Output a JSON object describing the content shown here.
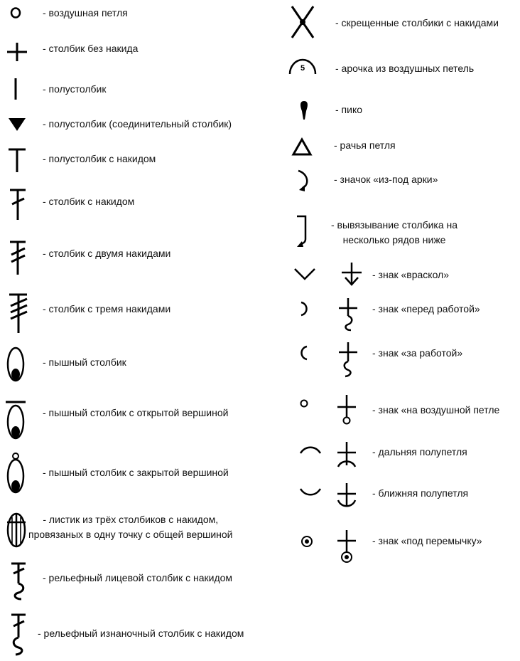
{
  "legend": {
    "left": [
      {
        "name": "chain-stitch",
        "label": "- воздушная петля"
      },
      {
        "name": "single-crochet",
        "label": "- столбик без накида"
      },
      {
        "name": "slip-stitch",
        "label": "- полустолбик"
      },
      {
        "name": "slip-stitch-joining",
        "label": "- полустолбик (соединительный столбик)"
      },
      {
        "name": "half-double-crochet",
        "label": "- полустолбик с накидом"
      },
      {
        "name": "double-crochet",
        "label": "- столбик с накидом"
      },
      {
        "name": "treble-crochet",
        "label": "- столбик с двумя накидами"
      },
      {
        "name": "double-treble-crochet",
        "label": "- столбик с тремя накидами"
      },
      {
        "name": "puff-stitch",
        "label": "- пышный столбик"
      },
      {
        "name": "puff-stitch-open-top",
        "label": "- пышный столбик с открытой вершиной"
      },
      {
        "name": "puff-stitch-closed-top",
        "label": "- пышный столбик с закрытой вершиной"
      },
      {
        "name": "leaf-cluster",
        "label_lines": [
          "- листик из трёх столбиков с накидом,",
          "провязаных в одну точку с общей вершиной"
        ]
      },
      {
        "name": "front-post-double-crochet",
        "label": "- рельефный лицевой столбик с накидом"
      },
      {
        "name": "back-post-double-crochet",
        "label": "- рельефный изнаночный столбик с накидом"
      }
    ],
    "right": [
      {
        "name": "crossed-double-crochet",
        "label": "- скрещенные столбики с накидами"
      },
      {
        "name": "chain-arch",
        "arch_number": "5",
        "label": "- арочка из воздушных петель"
      },
      {
        "name": "picot",
        "label": "- пико"
      },
      {
        "name": "reverse-single-crochet",
        "label": "- рачья петля"
      },
      {
        "name": "under-arch",
        "label": "- значок «из-под арки»"
      },
      {
        "name": "spike-stitch",
        "label_lines": [
          "- вывязывание столбика на",
          "несколько рядов ниже"
        ]
      },
      {
        "name": "spread-stitch",
        "label": "- знак «враскол»"
      },
      {
        "name": "front-of-work",
        "label": "- знак «перед работой»"
      },
      {
        "name": "behind-work",
        "label": "- знак «за работой»"
      },
      {
        "name": "on-chain-loop",
        "label": "- знак «на воздушной петле"
      },
      {
        "name": "back-loop",
        "label": "- дальняя полупетля"
      },
      {
        "name": "front-loop",
        "label": "- ближняя полупетля"
      },
      {
        "name": "under-bar",
        "label": "- знак «под перемычку»"
      }
    ]
  }
}
